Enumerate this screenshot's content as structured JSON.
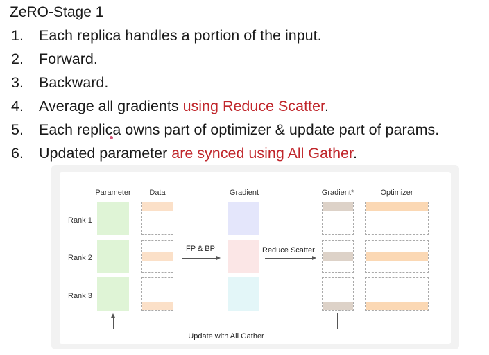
{
  "slide": {
    "title": "ZeRO-Stage 1",
    "steps": [
      {
        "num": "1.",
        "text": "Each replica handles a portion of the input.",
        "highlight": "",
        "suffix": ""
      },
      {
        "num": "2.",
        "text": "Forward.",
        "highlight": "",
        "suffix": ""
      },
      {
        "num": "3.",
        "text": "Backward.",
        "highlight": "",
        "suffix": ""
      },
      {
        "num": "4.",
        "text": "Average all gradients ",
        "highlight": "using Reduce Scatter",
        "suffix": "."
      },
      {
        "num": "5.",
        "text": "Each replica owns part of optimizer & update part of params.",
        "highlight": "",
        "suffix": ""
      },
      {
        "num": "6.",
        "text": "Updated parameter ",
        "highlight": "are synced using All Gather",
        "suffix": "."
      }
    ]
  },
  "diagram": {
    "columns": {
      "parameter": "Parameter",
      "data": "Data",
      "gradient": "Gradient",
      "gradient_star": "Gradient*",
      "optimizer": "Optimizer"
    },
    "ranks": [
      "Rank 1",
      "Rank 2",
      "Rank 3"
    ],
    "arrows": {
      "fp_bp": "FP & BP",
      "reduce_scatter": "Reduce Scatter",
      "update": "Update with All Gather"
    }
  },
  "colors": {
    "highlight": "#c0262b",
    "parameter": "#dff4d6",
    "gradient_rank1": "#e4e6fb",
    "gradient_rank2": "#fbe6e6",
    "gradient_rank3": "#e3f6f8",
    "data_stripe": "#fbe0c8",
    "gradient_star_stripe": "#ddd2c8",
    "optimizer_stripe": "#fbd8b4"
  }
}
